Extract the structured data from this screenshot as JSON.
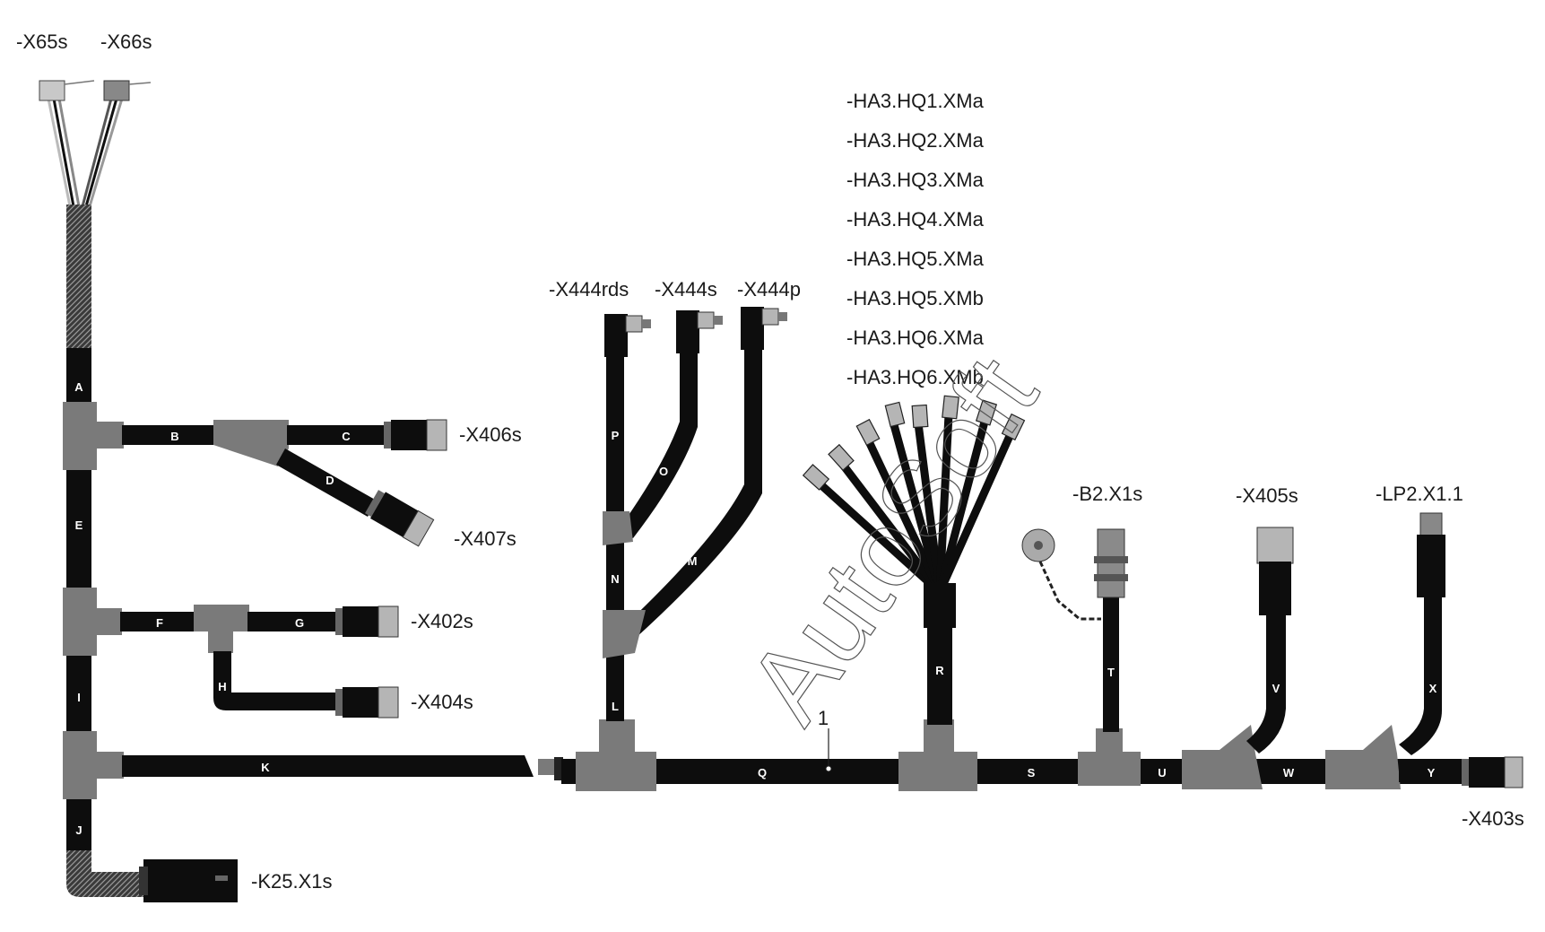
{
  "connectors": {
    "x65s": "-X65s",
    "x66s": "-X66s",
    "x406s": "-X406s",
    "x407s": "-X407s",
    "x402s": "-X402s",
    "x404s": "-X404s",
    "k25": "-K25.X1s",
    "x444rds": "-X444rds",
    "x444s": "-X444s",
    "x444p": "-X444p",
    "hq_list": [
      "-HA3.HQ1.XMa",
      "-HA3.HQ2.XMa",
      "-HA3.HQ3.XMa",
      "-HA3.HQ4.XMa",
      "-HA3.HQ5.XMa",
      "-HA3.HQ5.XMb",
      "-HA3.HQ6.XMa",
      "-HA3.HQ6.XMb"
    ],
    "b2": "-B2.X1s",
    "x405s": "-X405s",
    "lp2": "-LP2.X1.1",
    "x403s": "-X403s"
  },
  "segments": {
    "A": "A",
    "B": "B",
    "C": "C",
    "D": "D",
    "E": "E",
    "F": "F",
    "G": "G",
    "H": "H",
    "I": "I",
    "J": "J",
    "K": "K",
    "L": "L",
    "M": "M",
    "N": "N",
    "O": "O",
    "P": "P",
    "Q": "Q",
    "R": "R",
    "S": "S",
    "T": "T",
    "U": "U",
    "V": "V",
    "W": "W",
    "X": "X",
    "Y": "Y"
  },
  "callout": "1",
  "watermark": "AutoSoft",
  "colors": {
    "cable": "#0d0d0d",
    "junction": "#7a7a7a",
    "braid": "#5a5a5a",
    "connector": "#b5b5b5"
  }
}
